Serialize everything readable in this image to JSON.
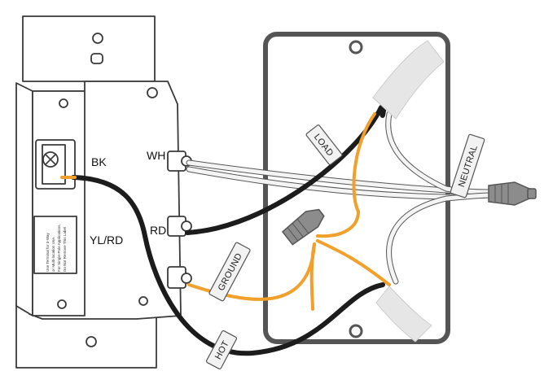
{
  "switch": {
    "terminals": {
      "bk": "BK",
      "wh": "WH",
      "rd": "RD",
      "yl_rd": "YL/RD"
    },
    "warning_lines": [
      "Use Terminal for 3-Way",
      "or Multi-location Use.",
      "For Single-Pole Applications,",
      "Do Not Remove This Label"
    ]
  },
  "wire_tags": {
    "load": "LOAD",
    "neutral": "NEUTRAL",
    "ground": "GROUND",
    "hot": "HOT"
  },
  "colors": {
    "black_wire": "#1c1c1c",
    "white_wire": "#f4f4f4",
    "orange_wire": "#f0a02b",
    "box_outline": "#555555",
    "wire_nut": "#8c8c8c",
    "device_fill": "#ffffff",
    "device_outline": "#3a3a3a"
  },
  "icons": {
    "wire_nut": "wire-nut-icon",
    "terminal_screw": "terminal-screw-icon",
    "mounting_hole": "mounting-hole-icon"
  }
}
